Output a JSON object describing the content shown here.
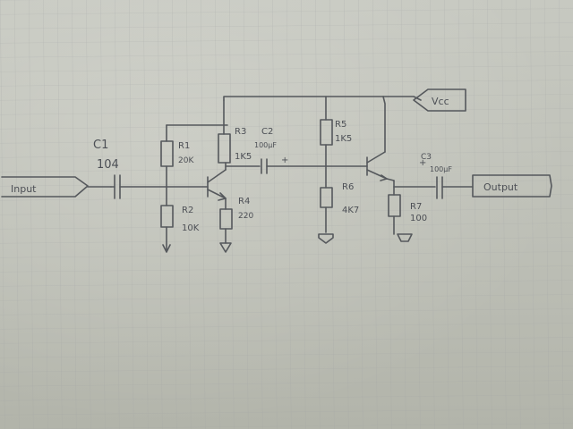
{
  "ports": {
    "input": "Input",
    "output": "Output",
    "vcc": "Vcc"
  },
  "capacitors": {
    "c1": {
      "ref": "C1",
      "value": "104"
    },
    "c2": {
      "ref": "C2",
      "value": "100μF",
      "polarity": "+"
    },
    "c3": {
      "ref": "C3",
      "value": "100μF",
      "polarity": "+"
    }
  },
  "resistors": {
    "r1": {
      "ref": "R1",
      "value": "20K"
    },
    "r2": {
      "ref": "R2",
      "value": "10K"
    },
    "r3": {
      "ref": "R3",
      "value": "1K5"
    },
    "r4": {
      "ref": "R4",
      "value": "220"
    },
    "r5": {
      "ref": "R5",
      "value": "1K5"
    },
    "r6": {
      "ref": "R6",
      "value": "4K7"
    },
    "r7": {
      "ref": "R7",
      "value": "100"
    }
  },
  "colors": {
    "paper": "#c4c6be",
    "grid": "#9ea0a2",
    "ink": "#4c4f55"
  }
}
